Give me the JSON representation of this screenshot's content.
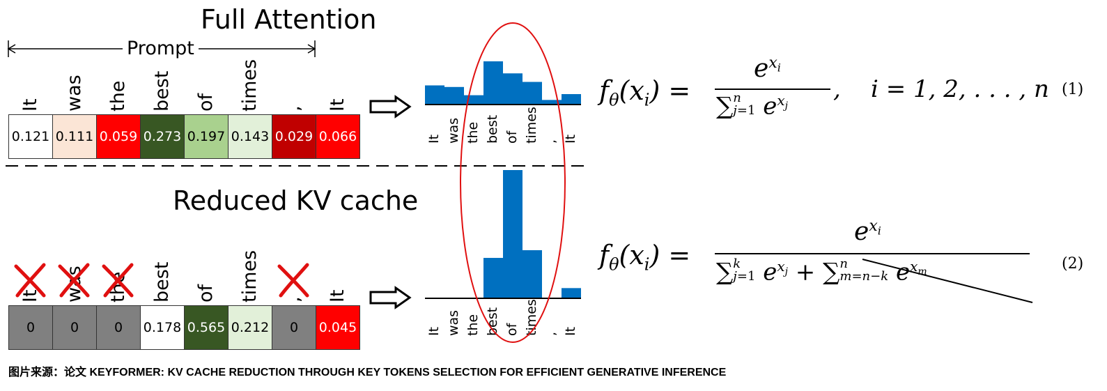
{
  "full": {
    "title": "Full Attention",
    "prompt_label": "Prompt",
    "tokens": [
      "It",
      "was",
      "the",
      "best",
      "of",
      "times",
      ",",
      "It"
    ],
    "scores": [
      "0.121",
      "0.111",
      "0.059",
      "0.273",
      "0.197",
      "0.143",
      "0.029",
      "0.066"
    ],
    "colors": [
      "#ffffff",
      "#fbe5d6",
      "#ff0000",
      "#385723",
      "#a9d18e",
      "#e2f0d9",
      "#c00000",
      "#ff0000"
    ],
    "text_colors": [
      "#000000",
      "#000000",
      "#ffffff",
      "#ffffff",
      "#000000",
      "#000000",
      "#ffffff",
      "#ffffff"
    ],
    "histogram_labels": [
      "It",
      "was",
      "the",
      "best",
      "of",
      "times",
      ",",
      "It"
    ],
    "histogram_values": [
      0.121,
      0.111,
      0.059,
      0.273,
      0.197,
      0.143,
      0.029,
      0.066
    ]
  },
  "reduced": {
    "title": "Reduced KV cache",
    "tokens": [
      "It",
      "was",
      "the",
      "best",
      "of",
      "times",
      ",",
      "It"
    ],
    "removed": [
      true,
      true,
      true,
      false,
      false,
      false,
      true,
      false
    ],
    "scores": [
      "0",
      "0",
      "0",
      "0.178",
      "0.565",
      "0.212",
      "0",
      "0.045"
    ],
    "colors": [
      "#808080",
      "#808080",
      "#808080",
      "#ffffff",
      "#385723",
      "#e2f0d9",
      "#808080",
      "#ff0000"
    ],
    "text_colors": [
      "#000000",
      "#000000",
      "#000000",
      "#000000",
      "#ffffff",
      "#000000",
      "#000000",
      "#ffffff"
    ],
    "histogram_labels": [
      "It",
      "was",
      "the",
      "best",
      "of",
      "times",
      ",",
      "It"
    ],
    "histogram_values": [
      0,
      0,
      0,
      0.178,
      0.565,
      0.212,
      0,
      0.045
    ]
  },
  "formulas": {
    "eq1": {
      "lhs": "fθ(xi) =",
      "num": "e^{xi}",
      "den": "Σ_{j=1}^{n} e^{xj}",
      "tail": ",    i = 1, 2, . . . , n",
      "number": "(1)"
    },
    "eq2": {
      "lhs": "fθ(xi) =",
      "num": "e^{xi}",
      "den_a": "Σ_{j=1}^{k} e^{xj}",
      "den_plus": "+",
      "den_b": "Σ_{m=n−k}^{n} e^{xm}",
      "number": "(2)"
    }
  },
  "caption": "图片来源：论文 KEYFORMER: KV CACHE REDUCTION THROUGH KEY TOKENS SELECTION FOR EFFICIENT GENERATIVE INFERENCE",
  "accent": {
    "bar": "#0070c0",
    "ellipse": "#e01010",
    "cross": "#e01010"
  }
}
